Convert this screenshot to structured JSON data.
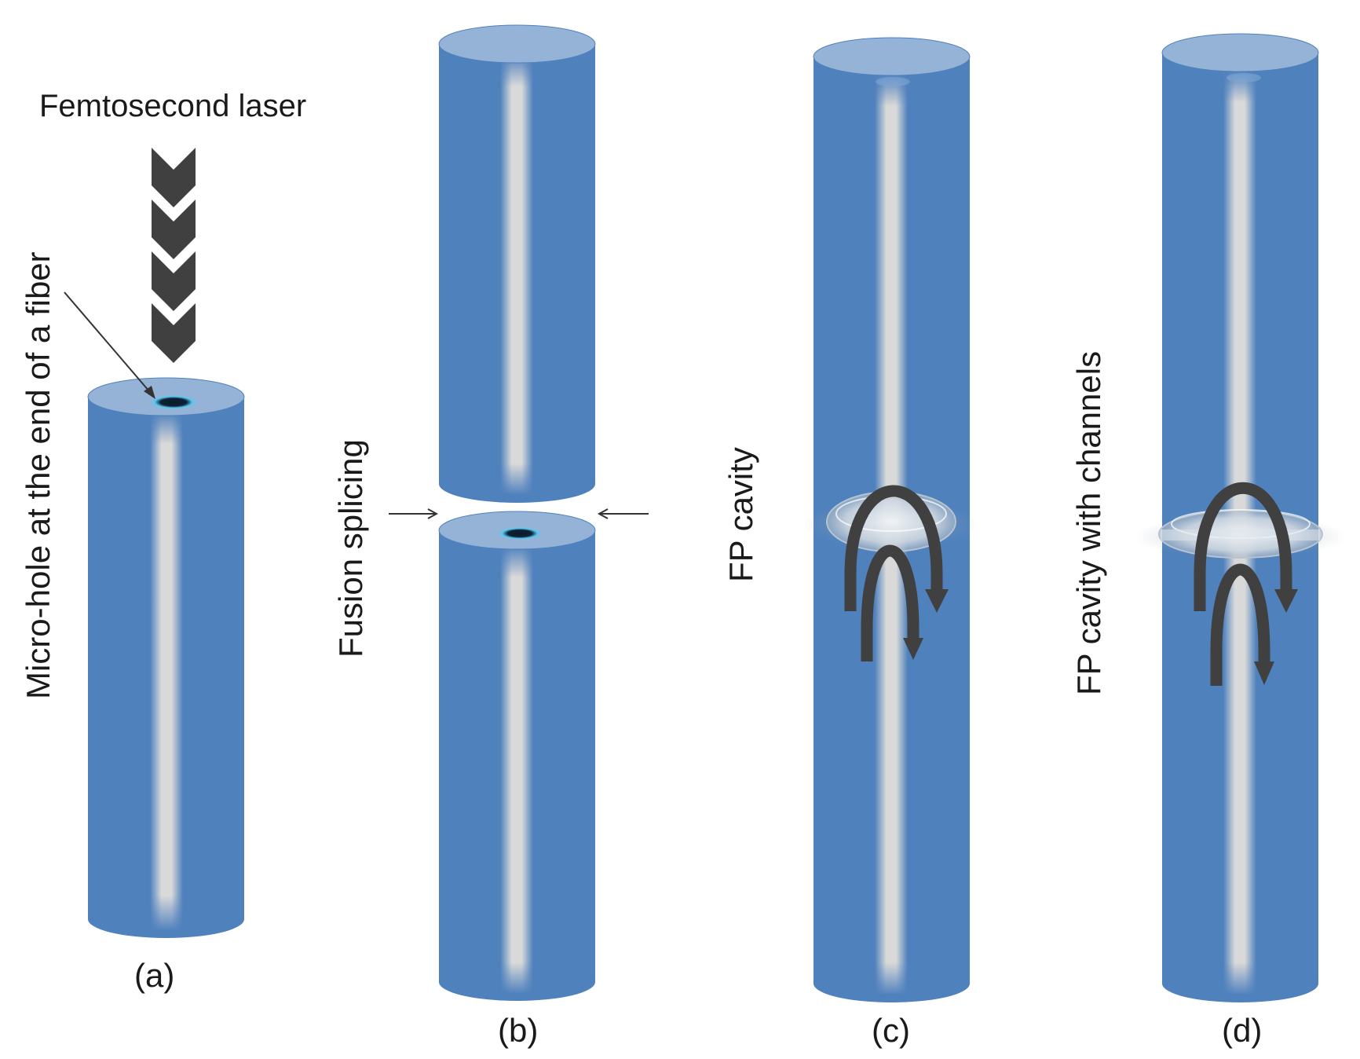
{
  "labels": {
    "laser": "Femtosecond laser",
    "microhole": "Micro-hole at the end of a fiber",
    "fusion": "Fusion splicing",
    "fp_cavity": "FP cavity",
    "fp_channels": "FP cavity with channels"
  },
  "captions": {
    "a": "(a)",
    "b": "(b)",
    "c": "(c)",
    "d": "(d)"
  },
  "colors": {
    "fiber_cladding": "#4f81bd",
    "fiber_core": "#d9d9d9",
    "fiber_top": "#95b3d7",
    "arrow_dark": "#404040",
    "hole_glow": "#5bc8f0"
  }
}
